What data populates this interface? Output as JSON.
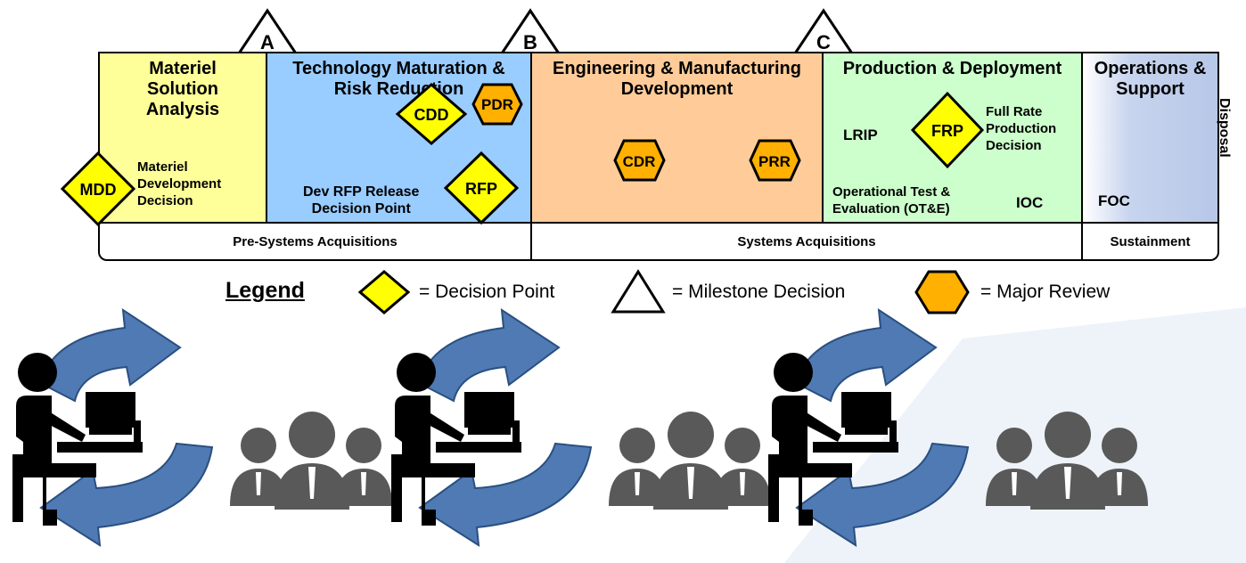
{
  "milestones": [
    "A",
    "B",
    "C"
  ],
  "phases": [
    {
      "title": "Materiel\nSolution\nAnalysis",
      "color": "#ffff99",
      "notes": [
        "Materiel\nDevelopment\nDecision"
      ]
    },
    {
      "title": "Technology Maturation &\nRisk Reduction",
      "color": "#99ccff",
      "notes": [
        "Dev RFP Release\nDecision Point"
      ]
    },
    {
      "title": "Engineering & Manufacturing\nDevelopment",
      "color": "#ffcc99",
      "notes": []
    },
    {
      "title": "Production & Deployment",
      "color": "#ccffcc",
      "notes": [
        "LRIP",
        "Full Rate\nProduction\nDecision",
        "Operational Test &\nEvaluation (OT&E)",
        "IOC"
      ]
    },
    {
      "title": "Operations &\nSupport",
      "color": "#c7d4ee",
      "notes": [
        "FOC"
      ]
    }
  ],
  "disposal_label": "Disposal",
  "markers": {
    "decision_points": [
      "MDD",
      "CDD",
      "RFP",
      "FRP"
    ],
    "major_reviews": [
      "PDR",
      "CDR",
      "PRR"
    ]
  },
  "acquisition_strips": [
    "Pre-Systems Acquisitions",
    "Systems Acquisitions",
    "Sustainment"
  ],
  "legend": {
    "title": "Legend",
    "decision_point": "= Decision Point",
    "milestone_decision": "= Milestone Decision",
    "major_review": "= Major Review"
  },
  "colors": {
    "decision_point": "#ffff00",
    "major_review": "#ffb000",
    "cycle_arrow": "#4f7ab3",
    "cycle_arrow_edge": "#2a4f80",
    "person_icon": "#000000",
    "group_icon": "#595959"
  },
  "illustration": {
    "cycle_count": 3,
    "icons": [
      "person-at-computer-icon",
      "team-group-icon",
      "cycle-arrows-icon"
    ]
  }
}
